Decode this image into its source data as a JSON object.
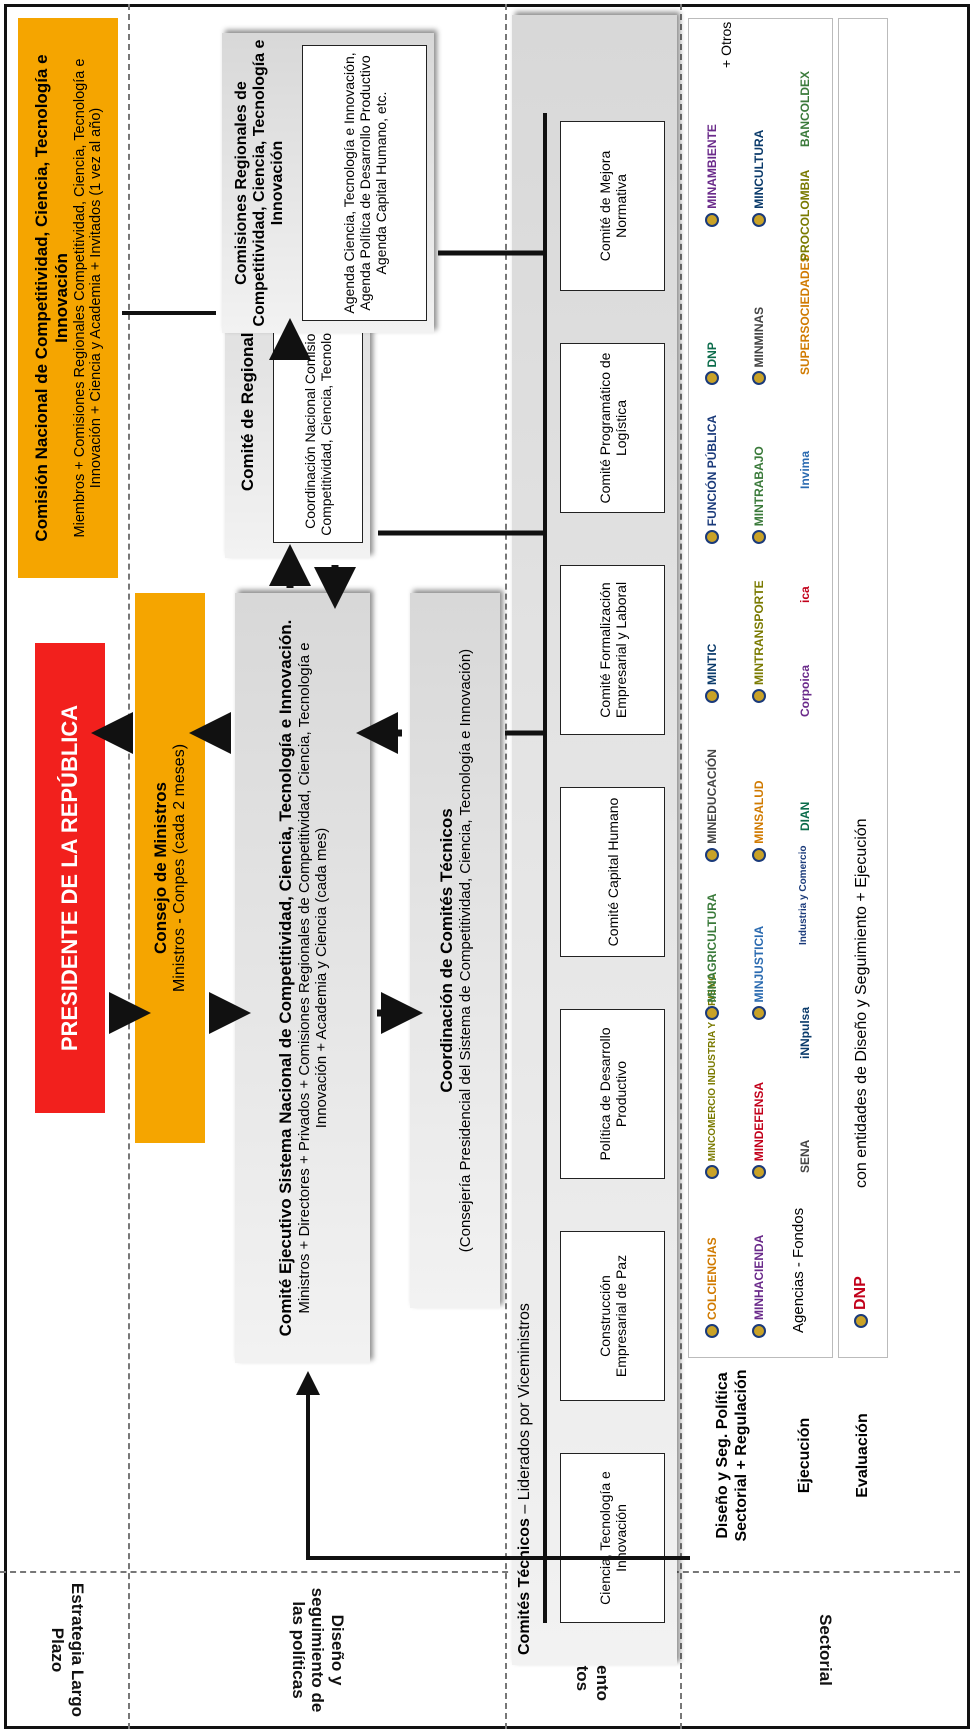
{
  "rows": {
    "estrategia": "Estrategia Largo Plazo",
    "diseno": "Diseño y seguimiento de las políticas",
    "seguimiento": "Seguimiento Proyectos",
    "sectorial": "Sectorial"
  },
  "presidente": "PRESIDENTE DE LA REPÚBLICA",
  "consejo": {
    "title": "Consejo de Ministros",
    "subtitle": "Ministros - Conpes (cada 2 meses)"
  },
  "comision_nacional": {
    "title": "Comisión Nacional de Competitividad, Ciencia, Tecnología e Innovación",
    "body": "Miembros + Comisiones Regionales Competitividad, Ciencia, Tecnología e Innovación + Ciencia y Academia + Invitados (1 vez al año)"
  },
  "comite_ejecutivo": {
    "title": "Comité Ejecutivo Sistema Nacional de Competitividad, Ciencia, Tecnología e Innovación.",
    "body": "Ministros + Directores + Privados + Comisiones Regionales de Competitividad, Ciencia, Tecnología e Innovación + Academia y Ciencia (cada mes)"
  },
  "coordinacion": {
    "title": "Coordinación de Comités Técnicos",
    "body": "(Consejería Presidencial del Sistema de Competitividad, Ciencia, Tecnología e Innovación)"
  },
  "regionalizacion": {
    "title": "Comité de Regionalización",
    "body": "Coordinación Nacional Comisiones Regionales Competitividad, Ciencia, Tecnología e Innovación"
  },
  "comisiones_regionales": {
    "title": "Comisiones Regionales de Competitividad, Ciencia, Tecnología e Innovación",
    "body": "Agenda Ciencia, Tecnología e Innovación, Agenda Política de Desarrollo Productivo Agenda Capital Humano, etc."
  },
  "comites_tecnicos": {
    "title": "Comités Técnicos",
    "subtitle": " – Liderados por Viceministros",
    "items": [
      "Ciencia, Tecnología e Innovación",
      "Construcción Empresarial de Paz",
      "Política de Desarrollo Productivo",
      "Comité Capital Humano",
      "Comité Formalización Empresarial y Laboral",
      "Comité Programático de Logística",
      "Comité de Mejora Normativa"
    ]
  },
  "sectorial": {
    "diseno_label": "Diseño y Seg. Política Sectorial + Regulación",
    "ejecucion_label": "Ejecución",
    "evaluacion_label": "Evaluación",
    "agencias_label": "Agencias - Fondos",
    "otros": "+ Otros",
    "evaluacion_text": "con entidades de Diseño y Seguimiento + Ejecución",
    "row1": [
      "COLCIENCIAS",
      "MINCOMERCIO INDUSTRIA Y TURISMO",
      "MINAGRICULTURA",
      "MINEDUCACIÓN",
      "MINTIC",
      "FUNCIÓN PÚBLICA",
      "DNP",
      "MINAMBIENTE"
    ],
    "row2": [
      "MINHACIENDA",
      "MINDEFENSA",
      "MINJUSTICIA",
      "MINSALUD",
      "MINTRANSPORTE",
      "MINTRABAJO",
      "MINMINAS",
      "MINCULTURA"
    ],
    "row3": [
      "SENA",
      "iNNpulsa",
      "Industria y Comercio",
      "DIAN",
      "Corpoica",
      "ica",
      "Invima",
      "SUPERSOCIEDADES",
      "PROCOLOMBIA",
      "BANCOLDEX"
    ],
    "evaluacion_logo": "DNP"
  },
  "colors": {
    "red": "#f2201d",
    "orange": "#f5a500",
    "gray": "#d9d9d9"
  }
}
